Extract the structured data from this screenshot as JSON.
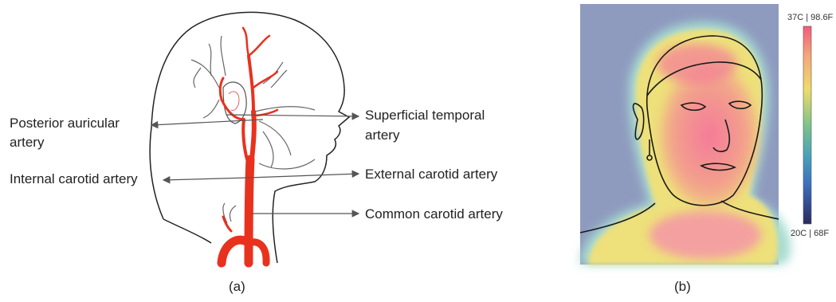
{
  "panel_a": {
    "caption": "(a)",
    "labels": {
      "posterior_auricular_1": "Posterior auricular",
      "posterior_auricular_2": "artery",
      "internal_carotid": "Internal carotid artery",
      "superficial_temporal_1": "Superficial temporal",
      "superficial_temporal_2": "artery",
      "external_carotid": "External carotid artery",
      "common_carotid": "Common carotid artery"
    },
    "colors": {
      "artery": "#e8321e",
      "outline": "#222222",
      "arrow": "#555555"
    }
  },
  "panel_b": {
    "caption": "(b)",
    "scale_max": "37C | 98.6F",
    "scale_min": "20C | 68F",
    "colors": {
      "background": "#8e9bbf",
      "hot": "#f47a9a",
      "warm": "#f0e07a",
      "cool": "#8fd6b0"
    }
  }
}
